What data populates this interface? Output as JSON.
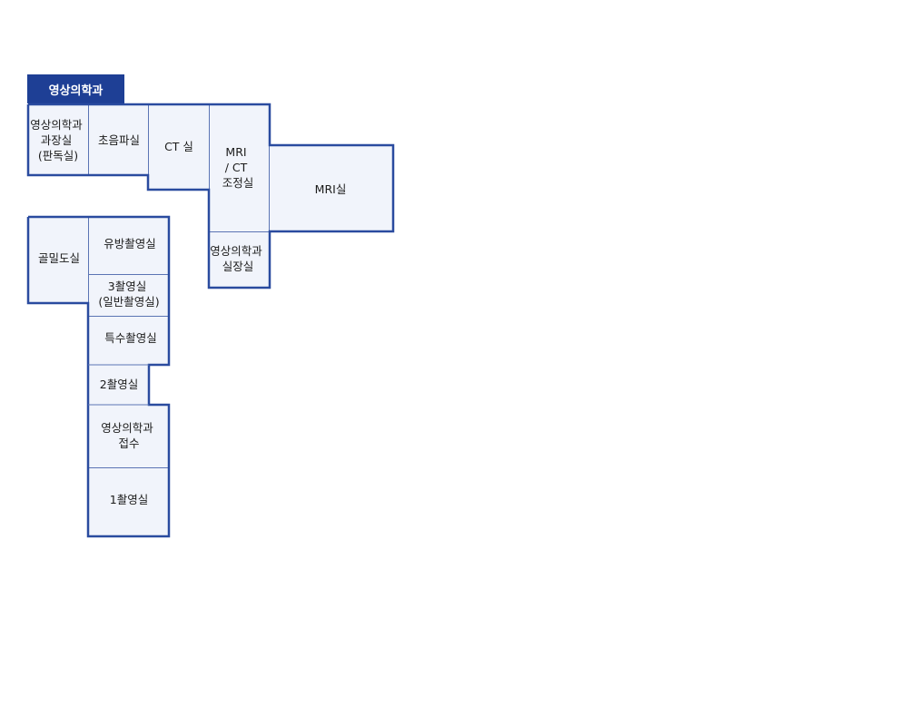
{
  "department": "영상의학과",
  "rooms": {
    "office": [
      "영상의학과",
      "과장실",
      "(판독실)"
    ],
    "ultrasound": [
      "초음파실"
    ],
    "ct": [
      "CT 실"
    ],
    "control": [
      "MRI",
      "/ CT",
      "조정실"
    ],
    "mri": [
      "MRI실"
    ],
    "chief": [
      "영상의학과",
      "실장실"
    ],
    "bone": [
      "골밀도실"
    ],
    "mammo": [
      "유방촬영실"
    ],
    "xray3": [
      "3촬영실",
      "(일반촬영실)"
    ],
    "special": [
      "특수촬영실"
    ],
    "xray2": [
      "2촬영실"
    ],
    "reception": [
      "영상의학과",
      "접수"
    ],
    "xray1": [
      "1촬영실"
    ]
  },
  "colors": {
    "header_bg": "#1e3f95",
    "room_fill": "#f1f4fb",
    "outline": "#2a4b9f",
    "divider": "#5b74b4"
  }
}
